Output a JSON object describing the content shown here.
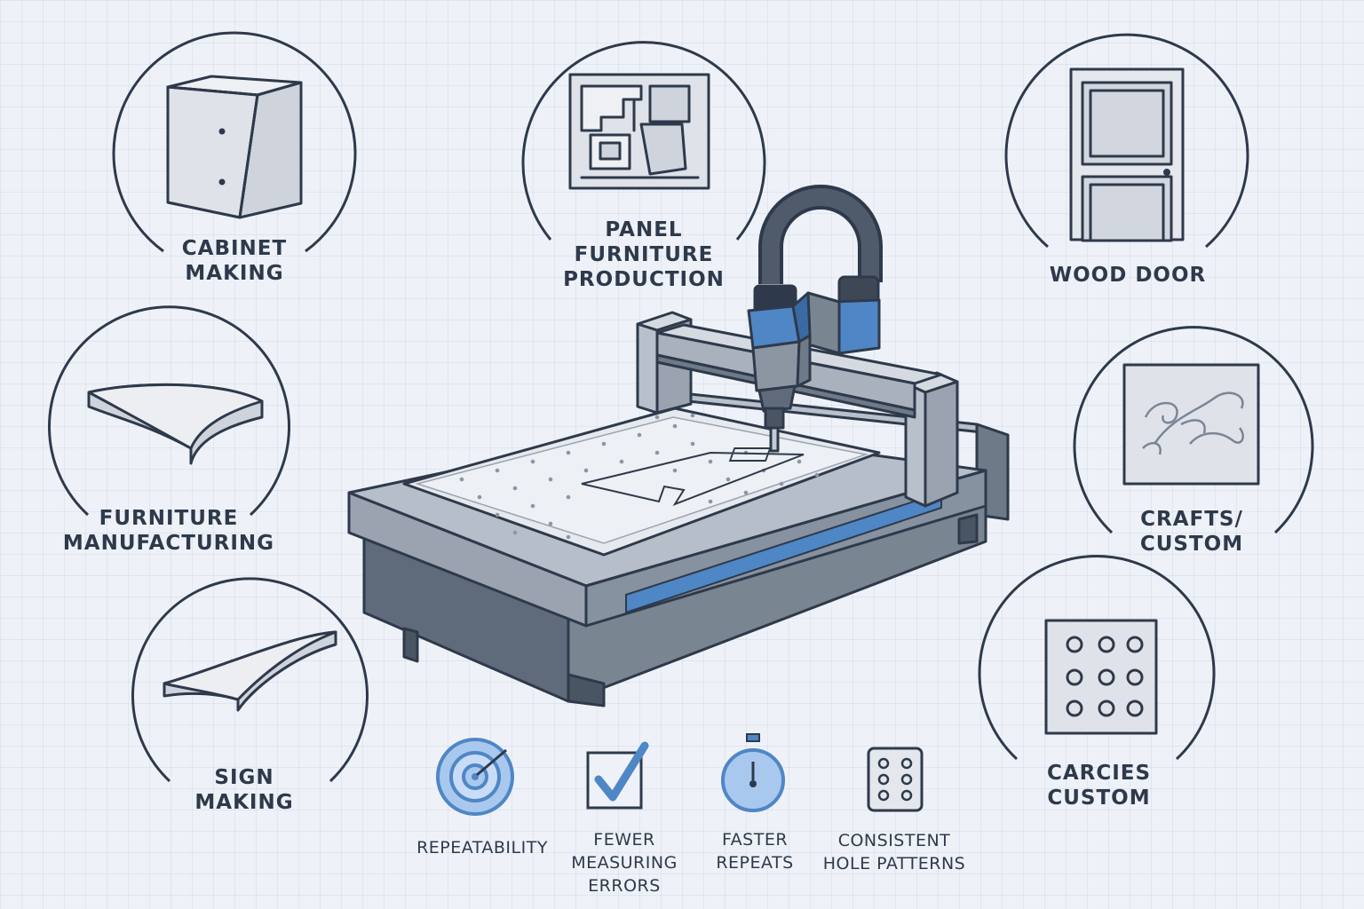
{
  "applications": [
    {
      "id": "cabinet",
      "icon": "cabinet-icon",
      "lines": [
        "CABINET",
        "MAKING"
      ]
    },
    {
      "id": "panel",
      "icon": "panel-layout-icon",
      "lines": [
        "PANEL",
        "FURNITURE",
        "PRODUCTION"
      ]
    },
    {
      "id": "door",
      "icon": "door-icon",
      "lines": [
        "WOOD DOOR"
      ]
    },
    {
      "id": "furniture",
      "icon": "curved-panel-icon",
      "lines": [
        "FURNITURE",
        "MANUFACTURING"
      ]
    },
    {
      "id": "crafts",
      "icon": "carved-relief-icon",
      "lines": [
        "CRAFTS/",
        "CUSTOM"
      ]
    },
    {
      "id": "sign",
      "icon": "curved-sign-icon",
      "lines": [
        "SIGN",
        "MAKING"
      ]
    },
    {
      "id": "carcies",
      "icon": "hole-pattern-icon",
      "lines": [
        "CARCIES",
        "CUSTOM"
      ]
    }
  ],
  "benefits": [
    {
      "id": "repeatability",
      "icon": "target-icon",
      "lines": [
        "REPEATABILITY"
      ]
    },
    {
      "id": "fewer-errors",
      "icon": "checkbox-icon",
      "lines": [
        "FEWER",
        "MEASURING",
        "ERRORS"
      ]
    },
    {
      "id": "faster",
      "icon": "stopwatch-icon",
      "lines": [
        "FASTER",
        "REPEATS"
      ]
    },
    {
      "id": "holes",
      "icon": "hole-grid-icon",
      "lines": [
        "CONSISTENT",
        "HOLE PATTERNS"
      ]
    }
  ],
  "colors": {
    "outline": "#2e3a4b",
    "accent_blue": "#4f86c6",
    "light_blue": "#a9c8ee",
    "panel_gray": "#dde1e8",
    "frame_gray": "#8c96a3",
    "background": "#eef2f8"
  },
  "machine": {
    "icon": "cnc-router-icon"
  }
}
